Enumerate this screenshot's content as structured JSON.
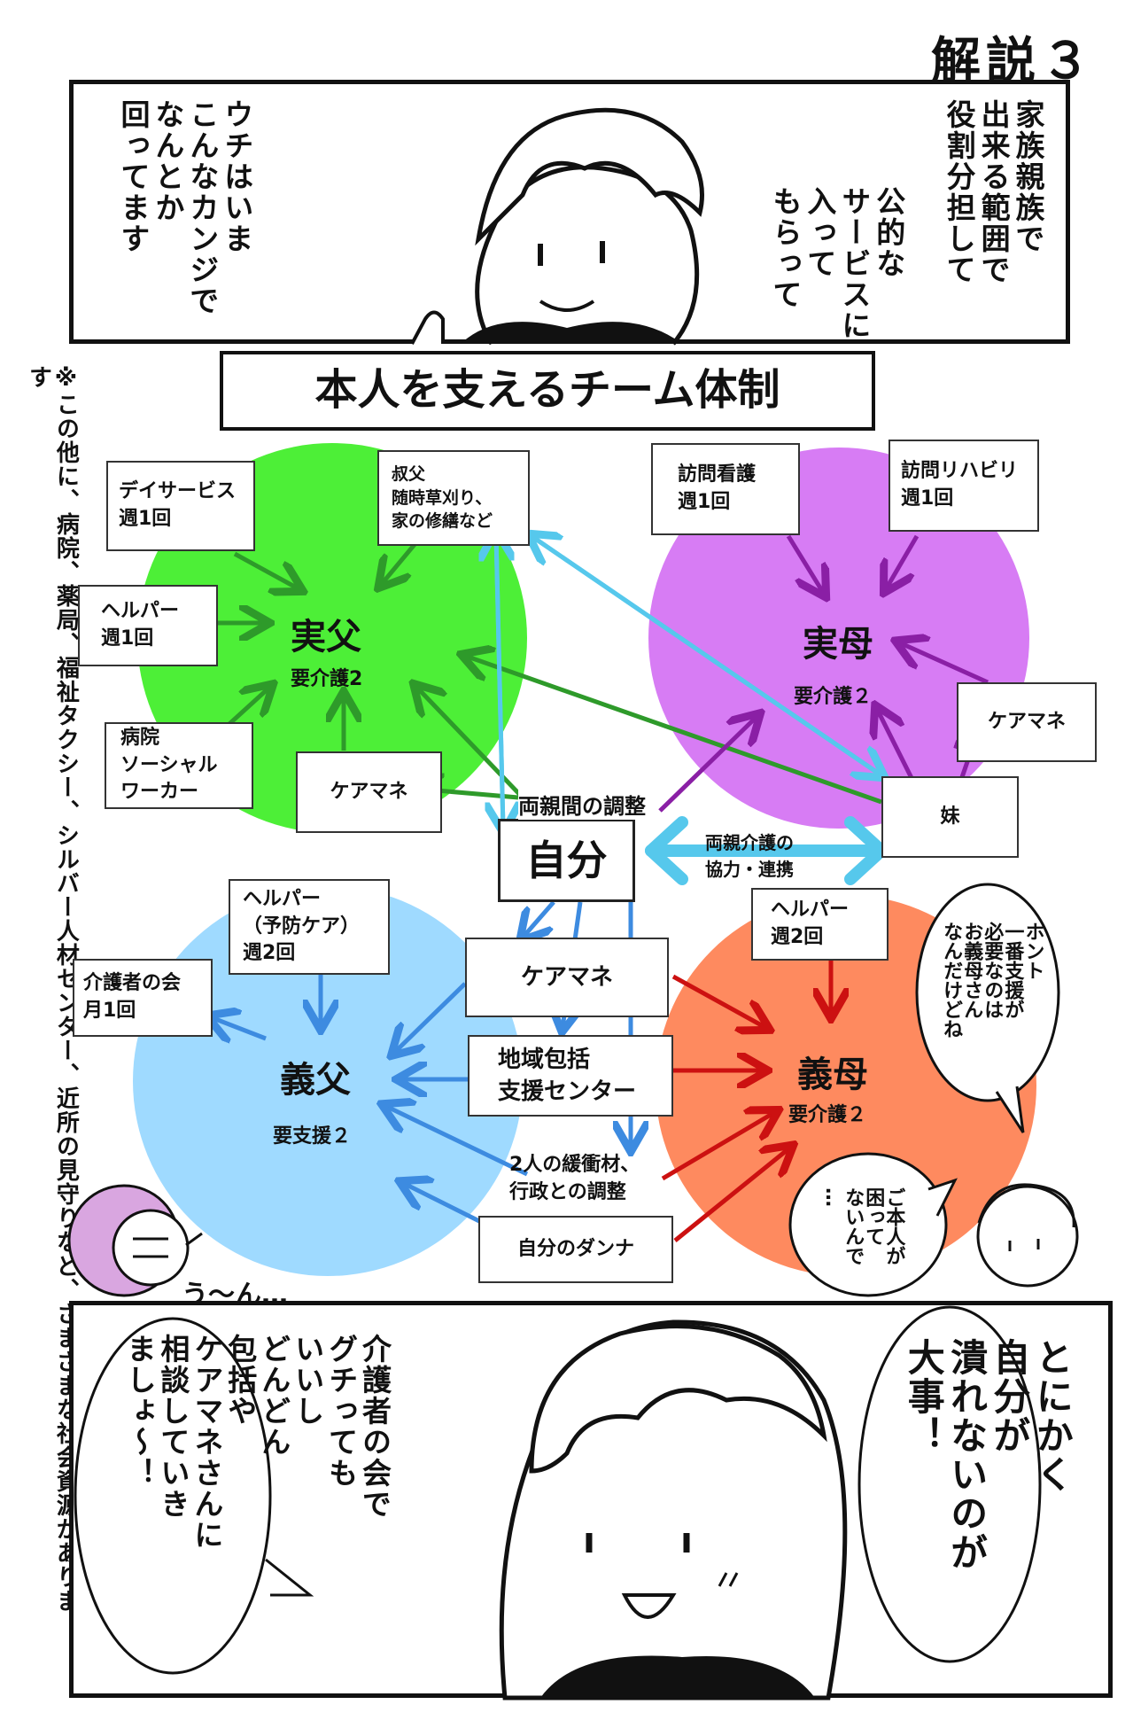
{
  "title": "解説３",
  "top_panel": {
    "right_text": "家族親族で\n出来る範囲で\n役割分担して",
    "mid_text": "公的な\nサービスに\n入って\nもらって",
    "left_text": "ウチはいま\nこんなカンジで\nなんとか\n回ってます"
  },
  "side_note": "※この他に、病院、薬局、福祉タクシー、シルバー人材センター、近所の見守りなど、さまざまな社会資源があります",
  "diagram_title": "本人を支えるチーム体制",
  "colors": {
    "green": "#4def37",
    "purple": "#d77cf4",
    "blue": "#9fdaff",
    "orange": "#fe8a5f",
    "green_arrow": "#2e9a2a",
    "purple_arrow": "#8a1fa5",
    "cyan_arrow": "#56c8ec",
    "blue_arrow": "#3d8be0",
    "red_arrow": "#cc1111"
  },
  "circles": {
    "jippu": {
      "name": "実父",
      "level": "要介護2"
    },
    "jitsubo": {
      "name": "実母",
      "level": "要介護２"
    },
    "gifu": {
      "name": "義父",
      "level": "要支援２"
    },
    "gibo": {
      "name": "義母",
      "level": "要介護２"
    }
  },
  "boxes": {
    "day_service": "デイサービス\n週1回",
    "uncle": "叔父\n随時草刈り、\n家の修繕など",
    "helper_f": "ヘルパー\n週1回",
    "hospital_sw": "病院\nソーシャル\nワーカー",
    "caremane_f": "ケアマネ",
    "visit_nurse": "訪問看護\n週1回",
    "visit_rehab": "訪問リハビリ\n週1回",
    "caremane_m": "ケアマネ",
    "sister": "妹",
    "self": "自分",
    "helper_prevent": "ヘルパー\n（予防ケア）\n週2回",
    "carers_meeting": "介護者の会\n月1回",
    "caremane_in": "ケアマネ",
    "regional_center": "地域包括\n支援センター",
    "helper_ml": "ヘルパー\n週2回",
    "husband": "自分のダンナ"
  },
  "labels": {
    "coordination": "両親間の調整",
    "cooperation": "両親介護の\n協力・連携",
    "buffer": "2人の緩衝材、\n行政との調整"
  },
  "bubbles": {
    "real_support": "ホント\n一番支援が\n必要なのは\nお義母さん\nなんだけどね",
    "not_troubled": "ご本人が\n困って\nないんで\n…",
    "hmm": "う〜ん…"
  },
  "bottom_panel": {
    "right_text": "とにかく\n自分が\n潰れないのが\n大事！",
    "left_text": "介護者の会で\nグチっても\nいいし\nどんどん\n包括や\nケアマネさんに\n相談していき\nましょ〜！"
  }
}
